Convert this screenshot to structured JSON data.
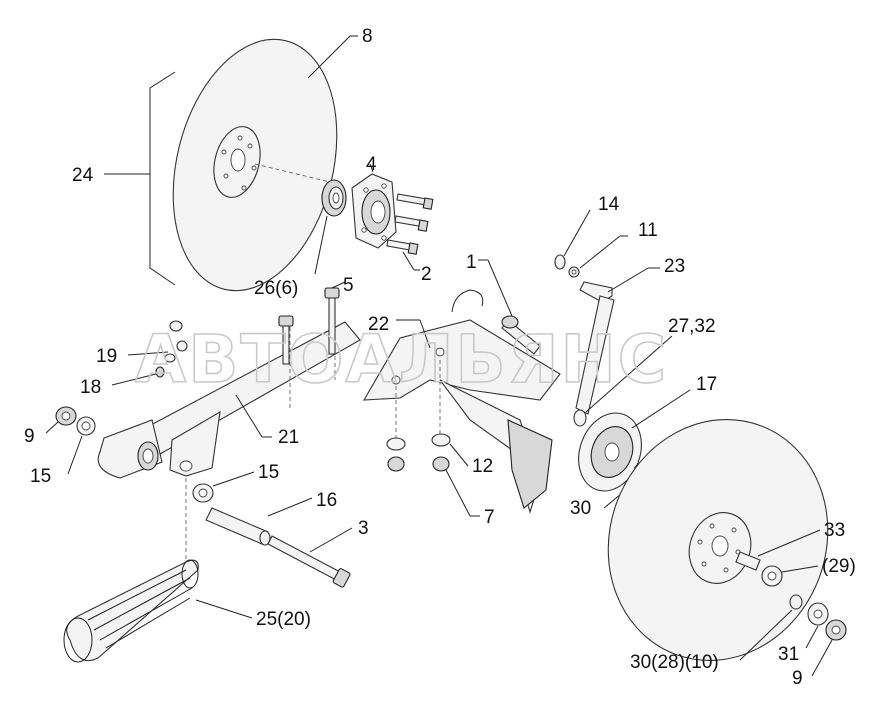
{
  "watermark": "АВТОАЛЬЯНС",
  "callouts": {
    "c8": "8",
    "c24": "24",
    "c4": "4",
    "c2": "2",
    "c26_6": "26(6)",
    "c5": "5",
    "c14": "14",
    "c11": "11",
    "c23": "23",
    "c1": "1",
    "c22": "22",
    "c27_32": "27,32",
    "c17": "17",
    "c19": "19",
    "c18": "18",
    "c21": "21",
    "c9_left": "9",
    "c15_left": "15",
    "c15_mid": "15",
    "c16": "16",
    "c3": "3",
    "c12": "12",
    "c7": "7",
    "c30": "30",
    "c33": "33",
    "c29": "(29)",
    "c25_20": "25(20)",
    "c30_28_10": "30(28)(10)",
    "c31": "31",
    "c9_right": "9"
  }
}
